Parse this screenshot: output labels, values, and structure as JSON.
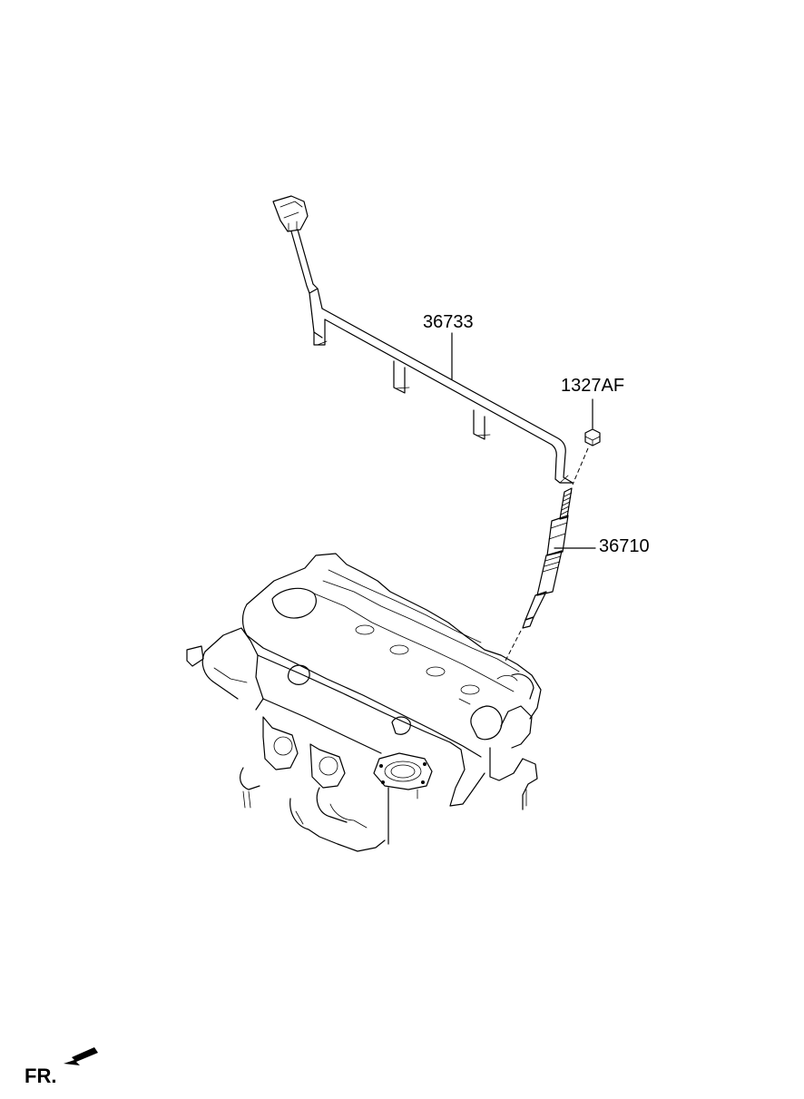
{
  "parts": [
    {
      "id": "36733",
      "label": "36733",
      "name": "glow-plug-harness"
    },
    {
      "id": "1327AF",
      "label": "1327AF",
      "name": "nut"
    },
    {
      "id": "36710",
      "label": "36710",
      "name": "glow-plug"
    }
  ],
  "direction_marker": {
    "label": "FR.",
    "icon": "front-arrow-icon"
  },
  "line_color": "#000000",
  "background_color": "#ffffff"
}
